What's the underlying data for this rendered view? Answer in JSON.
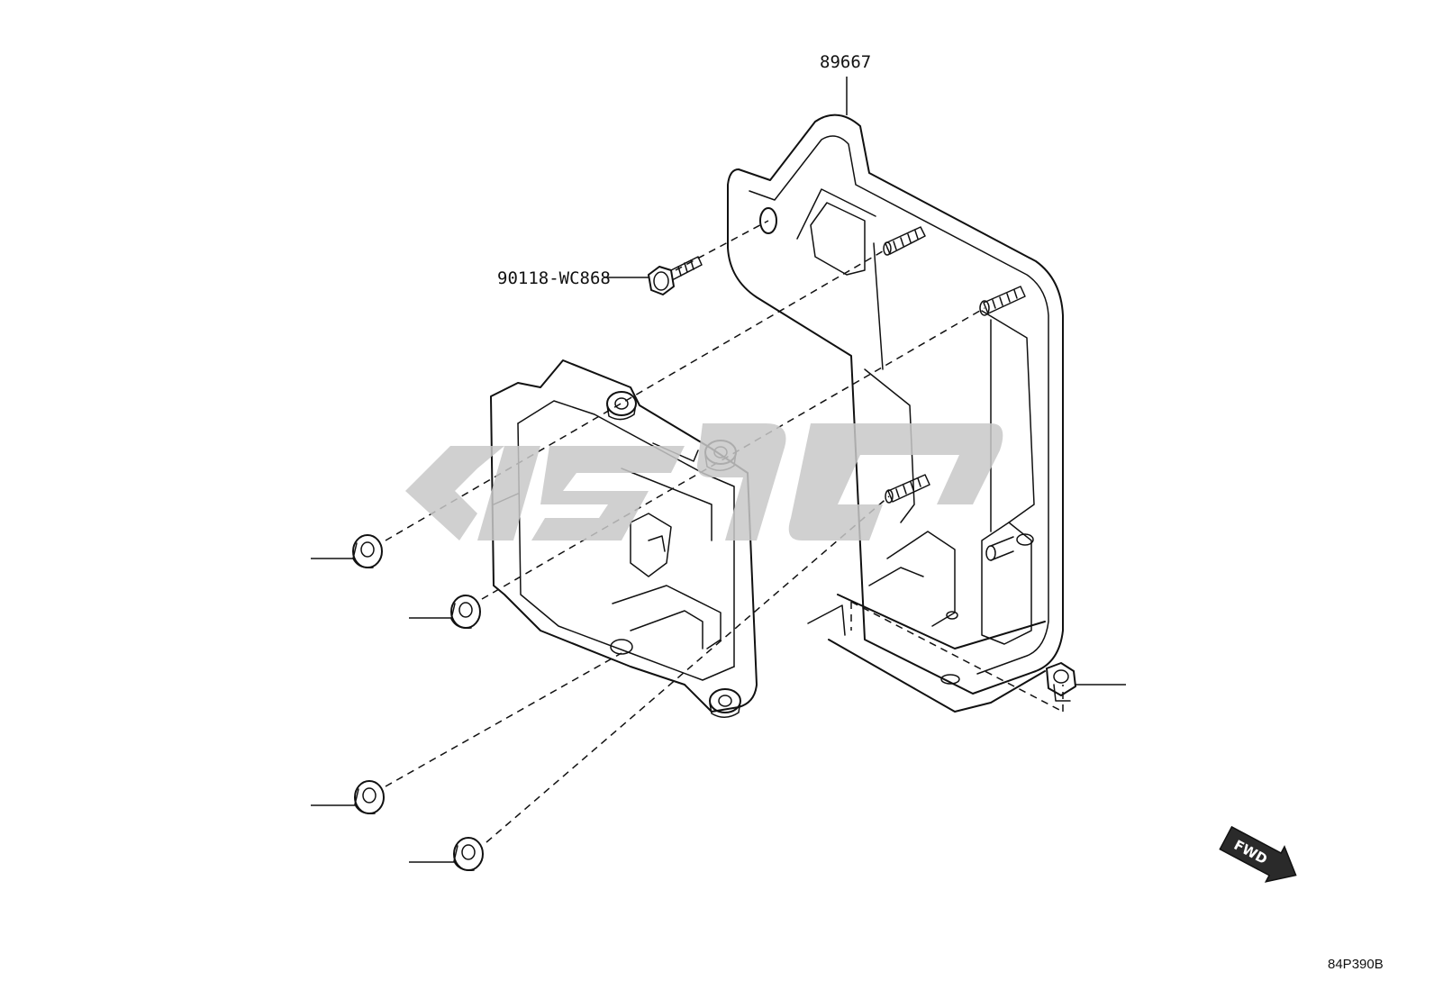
{
  "diagram": {
    "callouts": {
      "bracket_part_no": "89667",
      "bolt_part_no": "90118-WC868"
    },
    "figure_code": "84P390B",
    "fwd_arrow_text": "FWD",
    "watermark_text": "5796",
    "colors": {
      "line": "#111111",
      "watermark": "#c8c8c8",
      "background": "#ffffff"
    }
  }
}
